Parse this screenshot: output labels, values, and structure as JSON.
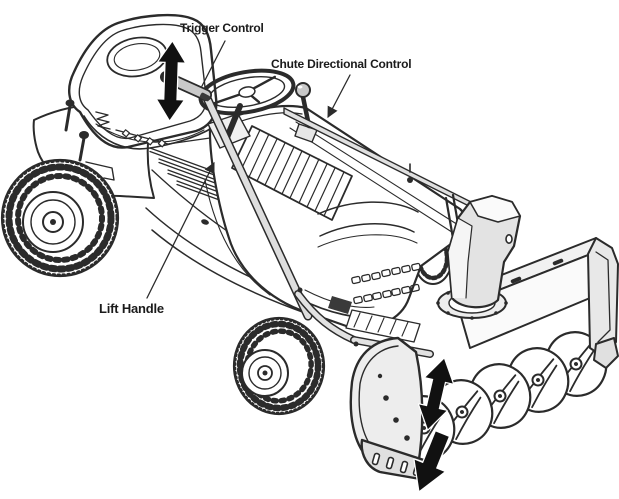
{
  "figure": {
    "alt": "Line-art diagram of a lawn tractor with a front-mounted snow thrower attachment",
    "labels": {
      "trigger_control": "Trigger Control",
      "chute_directional_control": "Chute Directional Control",
      "lift_handle": "Lift Handle"
    },
    "colors": {
      "line": "#2b2b2b",
      "background": "#ffffff",
      "shade_light": "#ececec",
      "shade_mid": "#d9d9d9",
      "arrow": "#111111",
      "arrow_outline": "#ffffff"
    }
  }
}
